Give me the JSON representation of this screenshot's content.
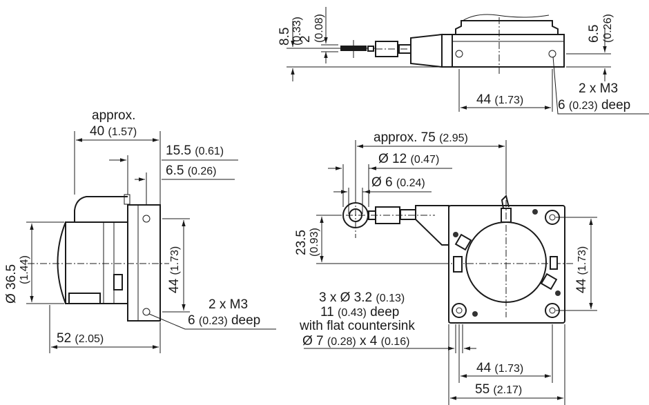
{
  "top_view": {
    "dim_8_5": {
      "value": "8.5",
      "inch": "(0.33)"
    },
    "dim_2": {
      "value": "2",
      "inch": "(0.08)"
    },
    "dim_6_5": {
      "value": "6.5",
      "inch": "(0.26)"
    },
    "dim_44": {
      "value": "44",
      "inch": "(1.73)"
    },
    "thread_note": {
      "line1": "2 x M3",
      "line2_value": "6",
      "line2_inch": "(0.23)",
      "line2_suffix": "deep"
    }
  },
  "side_view": {
    "dim_40": {
      "prefix": "approx.",
      "value": "40",
      "inch": "(1.57)"
    },
    "dim_15_5": {
      "value": "15.5",
      "inch": "(0.61)"
    },
    "dim_6_5": {
      "value": "6.5",
      "inch": "(0.26)"
    },
    "dim_36_5": {
      "value": "Ø 36.5",
      "inch": "(1.44)"
    },
    "dim_44": {
      "value": "44",
      "inch": "(1.73)"
    },
    "dim_52": {
      "value": "52",
      "inch": "(2.05)"
    },
    "thread_note": {
      "line1": "2 x M3",
      "line2_value": "6",
      "line2_inch": "(0.23)",
      "line2_suffix": "deep"
    }
  },
  "front_view": {
    "dim_75": {
      "prefix": "approx. 75",
      "inch": "(2.95)"
    },
    "dim_12": {
      "value": "Ø 12",
      "inch": "(0.47)"
    },
    "dim_6": {
      "value": "Ø 6",
      "inch": "(0.24)"
    },
    "dim_23_5": {
      "value": "23.5",
      "inch": "(0.93)"
    },
    "dim_44_v": {
      "value": "44",
      "inch": "(1.73)"
    },
    "dim_44_h": {
      "value": "44",
      "inch": "(1.73)"
    },
    "dim_55": {
      "value": "55",
      "inch": "(2.17)"
    },
    "hole_note": {
      "l1_value": "3 x Ø 3.2",
      "l1_inch": "(0.13)",
      "l2_value": "11",
      "l2_inch": "(0.43)",
      "l2_suffix": "deep",
      "l3": "with flat countersink",
      "l4_a": "Ø 7",
      "l4_a_inch": "(0.28)",
      "l4_x": "x 4",
      "l4_b_inch": "(0.16)"
    }
  }
}
